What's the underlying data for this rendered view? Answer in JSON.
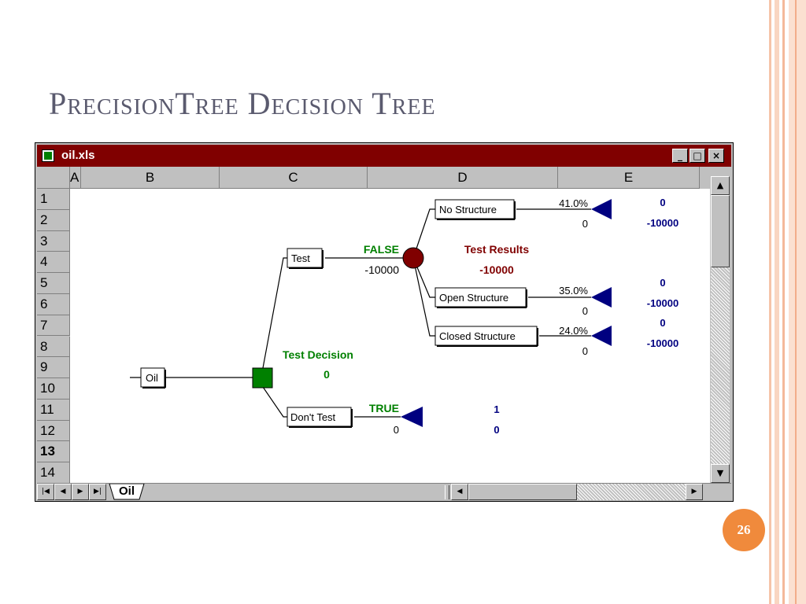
{
  "slide": {
    "title": "PrecisionTree Decision Tree",
    "page_number": "26"
  },
  "window": {
    "title": "oil.xls",
    "buttons": {
      "minimize": "_",
      "maximize": "□",
      "close": "×"
    }
  },
  "sheet": {
    "columns": [
      "A",
      "B",
      "C",
      "D",
      "E"
    ],
    "rows": [
      "1",
      "2",
      "3",
      "4",
      "5",
      "6",
      "7",
      "8",
      "9",
      "10",
      "11",
      "12",
      "13",
      "14"
    ],
    "active_row": "13",
    "tab": "Oil",
    "tab_nav": [
      "|◀",
      "◀",
      "▶",
      "▶|"
    ]
  },
  "tree": {
    "root": {
      "label": "Oil"
    },
    "decision": {
      "title": "Test Decision",
      "value": "0",
      "color": "#008000"
    },
    "test_branch": {
      "label": "Test",
      "flag": "FALSE",
      "value": "-10000"
    },
    "dont_test_branch": {
      "label": "Don't Test",
      "flag": "TRUE",
      "value": "0",
      "end_prob": "1",
      "end_value": "0"
    },
    "chance": {
      "title": "Test Results",
      "value": "-10000",
      "color": "#800000"
    },
    "outcomes": [
      {
        "label": "No Structure",
        "probability": "41.0%",
        "value": "0",
        "end_prob": "0",
        "end_value": "-10000"
      },
      {
        "label": "Open Structure",
        "probability": "35.0%",
        "value": "0",
        "end_prob": "0",
        "end_value": "-10000"
      },
      {
        "label": "Closed Structure",
        "probability": "24.0%",
        "value": "0",
        "end_prob": "0",
        "end_value": "-10000"
      }
    ],
    "colors": {
      "flag": "#008000",
      "end_node": "#000080",
      "end_text": "#000080"
    }
  }
}
